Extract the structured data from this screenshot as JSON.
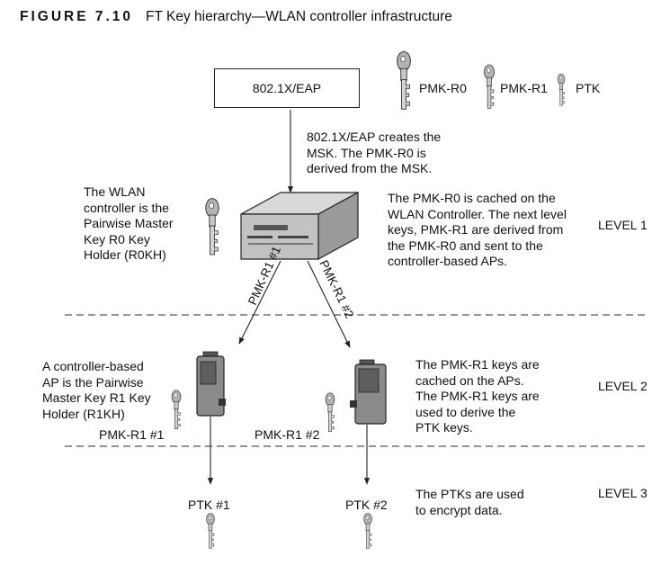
{
  "figure": {
    "number": "FIGURE 7.10",
    "title": "FT Key hierarchy—WLAN controller infrastructure"
  },
  "top": {
    "box_label": "802.1X/EAP",
    "keys": [
      "PMK-R0",
      "PMK-R1",
      "PTK"
    ],
    "arrow_note": "802.1X/EAP creates the\nMSK. The PMK-R0 is\nderived from the MSK."
  },
  "level1": {
    "label": "LEVEL 1",
    "left_note": "The WLAN\ncontroller is the\nPairwise Master\nKey R0 Key\nHolder (R0KH)",
    "right_note": "The PMK-R0 is cached on the\nWLAN Controller. The next level\nkeys, PMK-R1 are derived from\nthe PMK-R0 and sent to the\ncontroller-based APs.",
    "link_labels": [
      "PMK-R1 #1",
      "PMK-R1 #2"
    ]
  },
  "level2": {
    "label": "LEVEL 2",
    "left_note": "A controller-based\nAP is the Pairwise\nMaster Key R1 Key\nHolder (R1KH)",
    "right_note": "The PMK-R1 keys are\ncached on the APs.\nThe PMK-R1 keys are\nused to derive the\nPTK keys.",
    "key_labels": [
      "PMK-R1 #1",
      "PMK-R1 #2"
    ]
  },
  "level3": {
    "label": "LEVEL 3",
    "ptk_labels": [
      "PTK #1",
      "PTK #2"
    ],
    "note": "The PTKs are used\nto encrypt data."
  }
}
